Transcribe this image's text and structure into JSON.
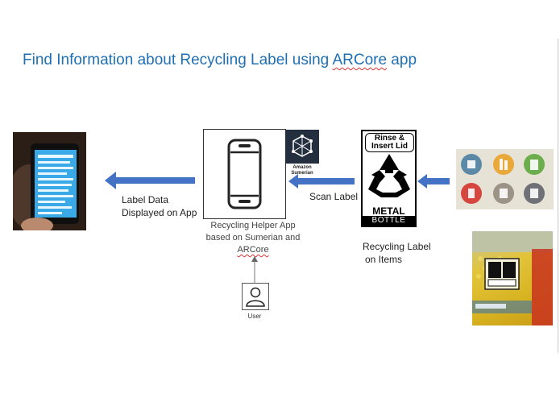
{
  "title": {
    "prefix": "Find Information about Recycling Label using ",
    "highlight": "ARCore",
    "suffix": " app"
  },
  "label_data": {
    "line1": "Label Data",
    "line2": "Displayed on App"
  },
  "scan_label": "Scan Label",
  "helper_app": {
    "line1": "Recycling Helper App",
    "line2": "based on Sumerian and",
    "line3": "ARCore"
  },
  "sumerian": {
    "line1": "Amazon",
    "line2": "Sumerian"
  },
  "user_label": "User",
  "recycling_label": {
    "line1": "Recycling Label",
    "line2": "on Items"
  },
  "label_graphic": {
    "top_line1": "Rinse &",
    "top_line2": "Insert Lid",
    "metal": "METAL",
    "bottle": "BOTTLE"
  },
  "colors": {
    "title": "#1f6fb2",
    "arrow": "#4472c4",
    "sumerian_bg": "#232f3e"
  }
}
